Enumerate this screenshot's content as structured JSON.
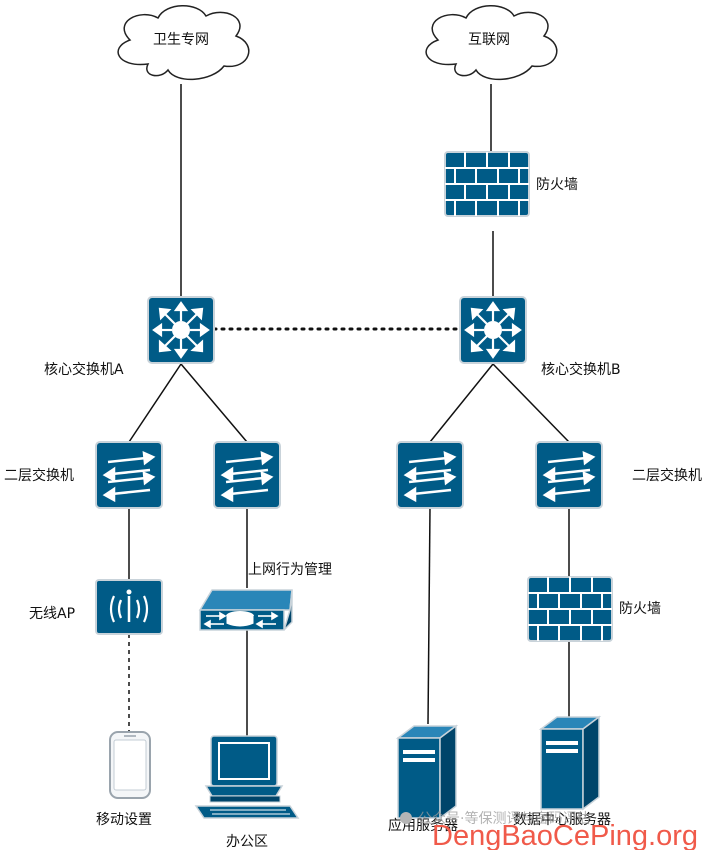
{
  "colors": {
    "device_fill": "#005b87",
    "device_stroke": "#c9d3da",
    "line": "#111111",
    "cloud_stroke": "#222222",
    "watermark_gray": "#9a9a9a",
    "brand_red": "#f05a4a"
  },
  "clouds": {
    "health": "卫生专网",
    "internet": "互联网"
  },
  "labels": {
    "firewall_top": "防火墙",
    "core_a": "核心交换机A",
    "core_b": "核心交换机B",
    "l2_left": "二层交换机",
    "l2_right": "二层交换机",
    "wireless_ap": "无线AP",
    "behavior_mgmt": "上网行为管理",
    "firewall_dc": "防火墙",
    "mobile": "移动设置",
    "office": "办公区",
    "app_server": "应用服务器",
    "dc_server": "数据中心服务器"
  },
  "watermark": {
    "text": "公众号·等保测评与密码评估",
    "brand": "DengBaoCePing.org"
  }
}
